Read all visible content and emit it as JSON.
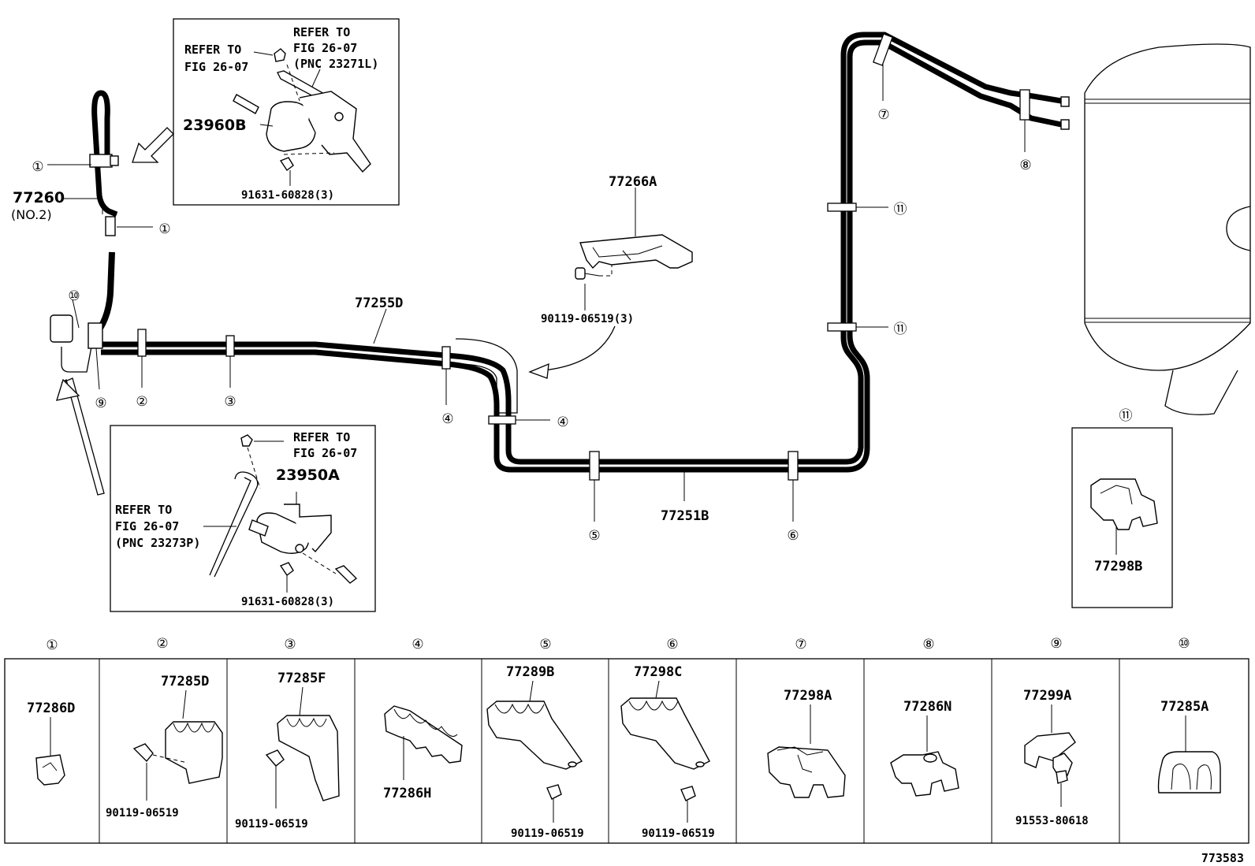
{
  "pipes": {
    "main_upper_label": "77255D",
    "main_lower_label": "77251B",
    "front_pipe_label": "77260",
    "front_pipe_sub": "(NO.2)",
    "bracket_label": "77266A",
    "bracket_bolt_label": "90119-06519(3)"
  },
  "inset_top": {
    "ref_left_line1": "REFER TO",
    "ref_left_line2": "FIG 26-07",
    "ref_right_line1": "REFER TO",
    "ref_right_line2": "FIG 26-07",
    "ref_right_line3": "(PNC 23271L)",
    "part_label": "23960B",
    "bolt_label": "91631-60828(3)"
  },
  "inset_bottom": {
    "ref_top_line1": "REFER TO",
    "ref_top_line2": "FIG 26-07",
    "part_label": "23950A",
    "ref_left_line1": "REFER TO",
    "ref_left_line2": "FIG 26-07",
    "ref_left_line3": "(PNC 23273P)",
    "bolt_label": "91631-60828(3)"
  },
  "inset_right": {
    "callout": "⑪",
    "part_label": "77298B"
  },
  "callouts": {
    "c1a": "①",
    "c1b": "①",
    "c2": "②",
    "c3": "③",
    "c4a": "④",
    "c4b": "④",
    "c5": "⑤",
    "c6": "⑥",
    "c7": "⑦",
    "c8": "⑧",
    "c9": "⑨",
    "c10": "⑩",
    "c11a": "⑪",
    "c11b": "⑪"
  },
  "clamp_table": [
    {
      "num": "①",
      "part": "77286D",
      "bolt": ""
    },
    {
      "num": "②",
      "part": "77285D",
      "bolt": "90119-06519"
    },
    {
      "num": "③",
      "part": "77285F",
      "bolt": "90119-06519"
    },
    {
      "num": "④",
      "part": "77286H",
      "bolt": ""
    },
    {
      "num": "⑤",
      "part": "77289B",
      "bolt": "90119-06519"
    },
    {
      "num": "⑥",
      "part": "77298C",
      "bolt": "90119-06519"
    },
    {
      "num": "⑦",
      "part": "77298A",
      "bolt": ""
    },
    {
      "num": "⑧",
      "part": "77286N",
      "bolt": ""
    },
    {
      "num": "⑨",
      "part": "77299A",
      "bolt": "91553-80618"
    },
    {
      "num": "⑩",
      "part": "77285A",
      "bolt": ""
    }
  ],
  "figure_id": "773583"
}
